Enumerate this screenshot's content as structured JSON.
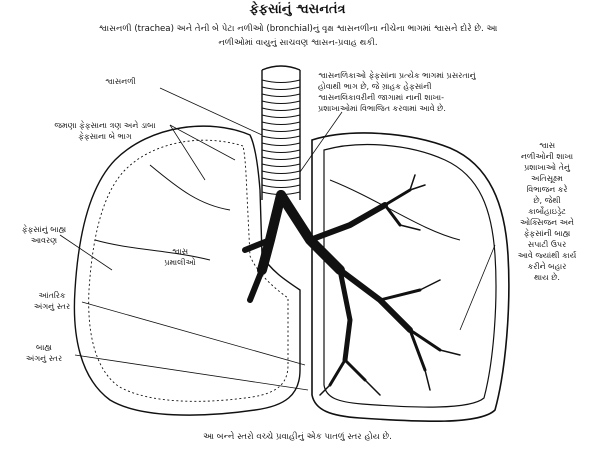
{
  "title": "ફેફસાંનું શ્વસનતંત્ર",
  "intro": {
    "line1": "શ્વાસનળી (trachea) અને તેની બે પેટા નળીઓ (bronchial)નું વૃક્ષ શ્વાસનળીના નીચેના ભાગમાં શ્વાસને દોરે છે. આ",
    "line2": "નળીઓમાં વાયુનું સાચવણ શ્વાસન-પ્રવાહ થકી."
  },
  "labels": {
    "trachea": "શ્વાસનળી",
    "trachea_desc": {
      "l1": "શ્વાસનળિકાઓ ફેફસાંના પ્રત્યેક ભાગમાં પ્રસરતાનું",
      "l2": "હોવાથી ભાગ છે, જે ગ્રાહક હેફસાંની",
      "l3": "શ્વાસનલિકાવરીની જાગામાં નાની શાખા-",
      "l4": "પ્રશાખાઓમાં વિભાજિત કરવામાં આવે છે."
    },
    "lobes": {
      "l1": "જમણા ફેફસાના ત્રણ અને ડાબા",
      "l2": "ફેફસાના બે ભાગ"
    },
    "outer_covering": {
      "l1": "ફેફસાંનું બાહ્ય",
      "l2": "આવરણ"
    },
    "alveoli": {
      "l1": "શ્વાસ",
      "l2": "પ્રમાલીઓ"
    },
    "inner_layer": {
      "l1": "આંતરિક",
      "l2": "અંગનું સ્તર"
    },
    "outer_layer": {
      "l1": "બાહ્ય",
      "l2": "અંગનું સ્તર"
    },
    "bronchi_desc": {
      "l1": "શ્વાસ",
      "l2": "નળીઓની શાખા",
      "l3": "પ્રશાખાઓ તેનું",
      "l4": "અતિસૂક્ષ્મ",
      "l5": "વિભાજન કરે",
      "l6": "છે, જેથી",
      "l7": "કાર્બોહાઇડ્રેટ",
      "l8": "ઓક્સિજન અને",
      "l9": "ફેફસાંની બાહ્ય",
      "l10": "સપાટી ઉપર",
      "l11": "આવે જ્યાંથી કાર્ય",
      "l12": "કરીને બહાર",
      "l13": "થાય છે."
    }
  },
  "footer": "આ બન્ને સ્તરો વચ્ચે પ્રવાહીનું એક પાતળું સ્તર હોય છે."
}
